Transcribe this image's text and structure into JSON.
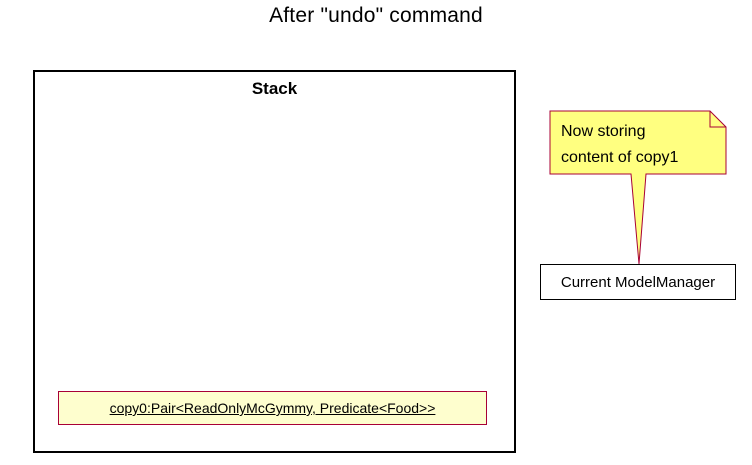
{
  "diagram": {
    "title": "After \"undo\" command",
    "stack": {
      "title": "Stack",
      "object_label": "copy0:Pair<ReadOnlyMcGymmy, Predicate<Food>>"
    },
    "note": {
      "lines": [
        "Now storing",
        "content of copy1"
      ]
    },
    "manager": {
      "label": "Current ModelManager"
    }
  },
  "colors": {
    "note_fill": "#ffff80",
    "note_border": "#a80036",
    "object_fill": "#fefece",
    "object_border": "#a80036"
  }
}
